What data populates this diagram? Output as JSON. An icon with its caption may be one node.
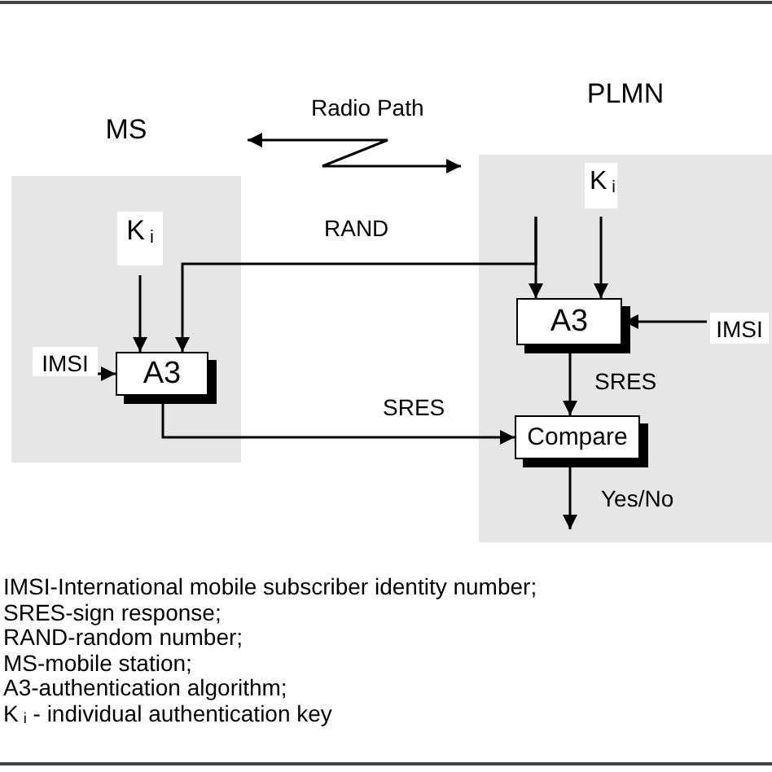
{
  "diagram": {
    "nodes": [
      {
        "text": [
          "MS"
        ]
      },
      {
        "text": [
          "K$_{i}$"
        ],
        "in": 0
      },
      {
        "text": [
          "IMSI"
        ],
        "in": 0
      },
      {
        "text": [
          "A3"
        ],
        "in": 0
      },
      {
        "text": [
          "PLMN"
        ]
      },
      {
        "text": [
          "K$_{i}$"
        ],
        "in": 4
      },
      {
        "text": [
          "A3"
        ],
        "in": 4
      },
      {
        "text": [
          "IMSI"
        ],
        "in": 4
      },
      {
        "text": [
          "Compare"
        ],
        "in": 4
      }
    ],
    "edges": [
      {
        "from": 0,
        "to": 4,
        "arrow": "both",
        "label": "Radio Path"
      },
      {
        "from": null,
        "to": 3,
        "arrow": "to",
        "label": "RAND"
      },
      {
        "from": null,
        "to": 6,
        "arrow": "to"
      },
      {
        "from": 1,
        "to": 3,
        "arrow": "to"
      },
      {
        "from": 2,
        "to": 3,
        "arrow": "to"
      },
      {
        "from": 3,
        "to": 8,
        "arrow": "to",
        "label": "SRES"
      },
      {
        "from": 5,
        "to": 6,
        "arrow": "to"
      },
      {
        "from": 7,
        "to": 6,
        "arrow": "to"
      },
      {
        "from": 6,
        "to": 8,
        "arrow": "to",
        "label": "SRES"
      },
      {
        "from": 8,
        "to": null,
        "arrow": "to",
        "label": "Yes/No"
      }
    ],
    "labels": [
      "IMSI-International mobile subscriber identity number;",
      "SRES-sign response;",
      "RAND-random  number;",
      "MS-mobile station;",
      "A3-authentication algorithm;",
      "K$_{i}$ - individual authentication key"
    ]
  }
}
